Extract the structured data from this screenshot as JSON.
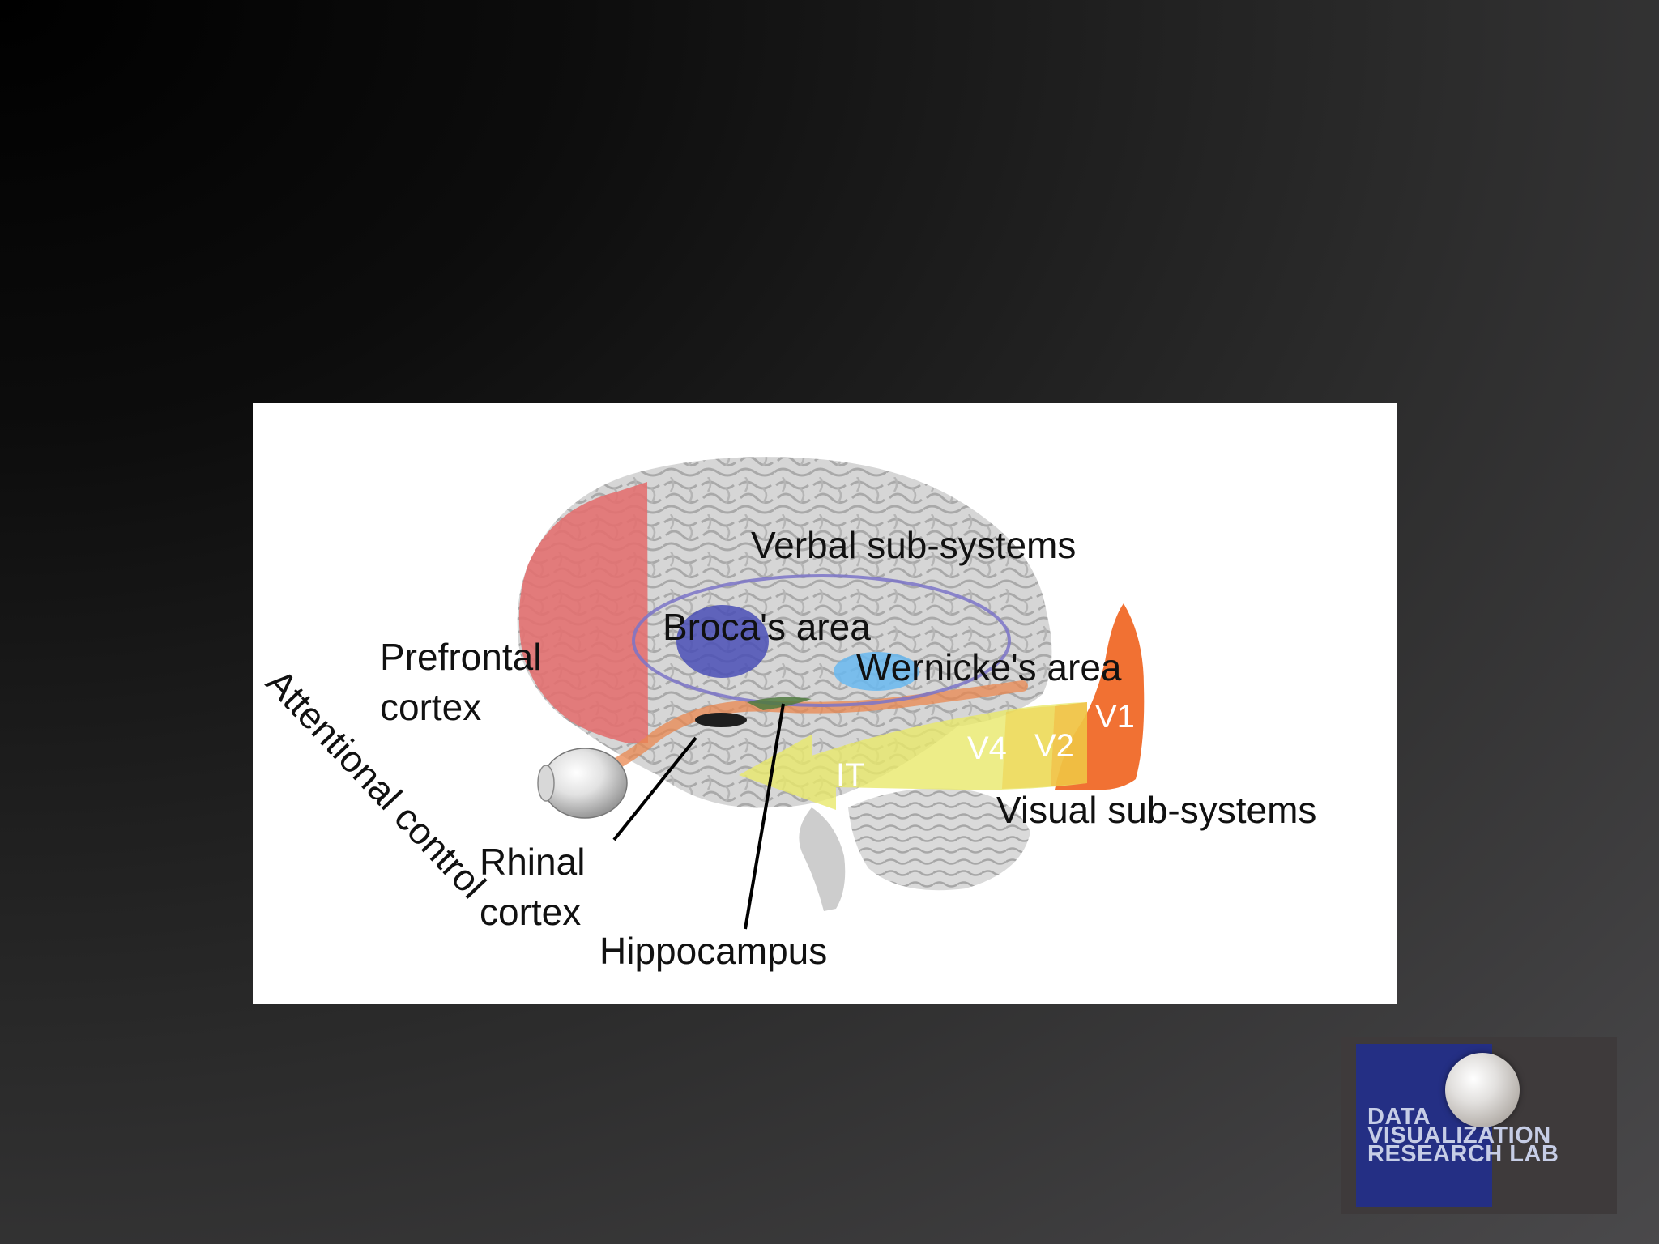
{
  "diagram": {
    "labels": {
      "verbal": "Verbal sub-systems",
      "broca": "Broca's area",
      "wernicke": "Wernicke's area",
      "prefrontal_line1": "Prefrontal",
      "prefrontal_line2": "cortex",
      "attentional": "Attentional control",
      "rhinal_line1": "Rhinal",
      "rhinal_line2": "cortex",
      "hippocampus": "Hippocampus",
      "visual": "Visual sub-systems",
      "v1": "V1",
      "v2": "V2",
      "v4": "V4",
      "it": "IT"
    },
    "colors": {
      "prefrontal": "#e46e6e",
      "broca": "#4a4fb6",
      "wernicke": "#68b8f0",
      "verbal_outline": "#7b74c8",
      "v1": "#f0621d",
      "visual_stream": "#e8e86a",
      "dorsal_stream": "#e9874f",
      "brain": "#c9c9c9"
    }
  },
  "logo": {
    "line1": "DATA",
    "line2": "VISUALIZATION",
    "line3": "RESEARCH LAB",
    "colors": {
      "background": "#3e3a3b",
      "blue": "#242f84",
      "text": "#c6cde6"
    }
  }
}
